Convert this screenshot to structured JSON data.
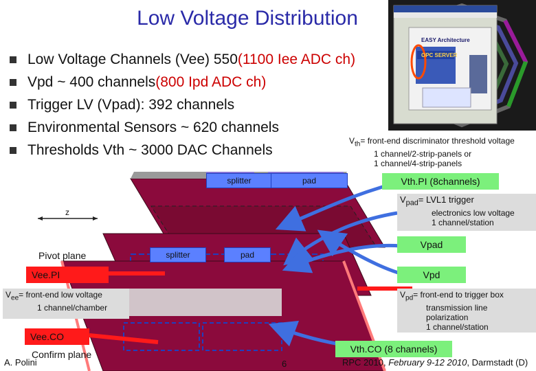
{
  "slide": {
    "title": "Low Voltage Distribution",
    "bullets": [
      {
        "text": "Low Voltage Channels (Vee) 550 ",
        "extra": "(1100 Iee ADC ch)"
      },
      {
        "text": "Vpd ~ 400 channels  ",
        "extra": "(800 Ipd ADC ch)"
      },
      {
        "text": "Trigger LV (Vpad): 392 channels",
        "extra": ""
      },
      {
        "text": "Environmental Sensors ~ 620 channels",
        "extra": ""
      },
      {
        "text": "Thresholds Vth  ~ 3000 DAC Channels",
        "extra": ""
      }
    ],
    "inset": {
      "heading": "EASY Architecture",
      "box_label": "OPC SERVER"
    },
    "vth_note": {
      "symbol": "V",
      "sub": "th",
      "line1": "= front-end discriminator threshold voltage",
      "line2": "1 channel/2-strip-panels or",
      "line3": "1 channel/4-strip-panels"
    },
    "diagram": {
      "splitter_top": "splitter",
      "pad_top": "pad",
      "splitter_mid": "splitter",
      "pad_mid": "pad",
      "z_label": "z",
      "pivot_plane": "Pivot plane",
      "confirm_plane": "Confirm plane",
      "vee_pi": "Vee.PI",
      "vee_co": "Vee.CO",
      "vth_pi": "Vth.PI (8channels)",
      "vpad_box": "Vpad",
      "vpd_box": "Vpd",
      "vth_co": "Vth.CO (8 channels)"
    },
    "vpad_note": {
      "symbol": "V",
      "sub": "pad",
      "line1": "= LVL1 trigger",
      "line2": "electronics low voltage",
      "line3": "1 channel/station"
    },
    "vee_note": {
      "symbol": "V",
      "sub": "ee",
      "line1": "= front-end low voltage",
      "line2": "1 channel/chamber"
    },
    "vpd_note": {
      "symbol": "V",
      "sub": "pd",
      "line1": "= front-end to trigger box",
      "line2": "transmission line",
      "line3": "polarization",
      "line4": "1 channel/station"
    },
    "footer": {
      "author": "A. Polini",
      "page": "6",
      "conf_a": "RPC 2010, ",
      "conf_b": "February 9-12 2010",
      "conf_c": ", Darmstadt (D)"
    },
    "colors": {
      "title": "#2a2aa8",
      "accent_red": "#cc0000",
      "chamber": "#8b0a3c",
      "blue_arrow": "#3f6fe0",
      "orange_arrow": "#f07a1e"
    }
  }
}
